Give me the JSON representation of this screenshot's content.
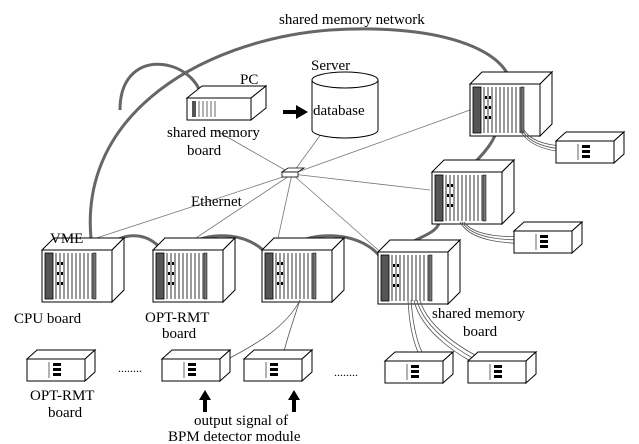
{
  "labels": {
    "shared_memory_network": "shared memory network",
    "server": "Server",
    "database": "database",
    "pc": "PC",
    "pc_board_line1": "shared memory",
    "pc_board_line2": "board",
    "ethernet": "Ethernet",
    "vme": "VME",
    "cpu_board": "CPU board",
    "opt_rmt_mid_line1": "OPT-RMT",
    "opt_rmt_mid_line2": "board",
    "shared_mem_board_line1": "shared memory",
    "shared_mem_board_line2": "board",
    "opt_rmt_bottom_line1": "OPT-RMT",
    "opt_rmt_bottom_line2": "board",
    "output_line1": "output signal of",
    "output_line2": "BPM detector module",
    "ellipsis": "........"
  }
}
